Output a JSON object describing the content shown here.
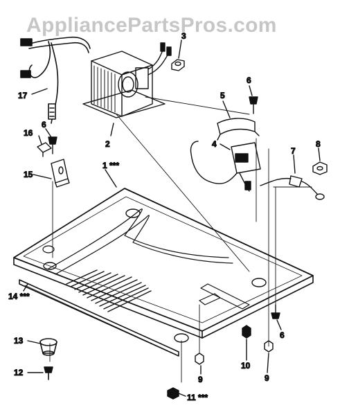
{
  "watermark": "AppliancePartsPros.com",
  "callouts": {
    "c1": "1 ***",
    "c2": "2",
    "c3": "3",
    "c4": "4",
    "c5": "5",
    "c6a": "6",
    "c6b": "6",
    "c6c": "6",
    "c7": "7",
    "c8": "8",
    "c9a": "9",
    "c9b": "9",
    "c10": "10",
    "c11": "11 ***",
    "c12": "12",
    "c13": "13",
    "c14": "14 ***",
    "c15": "15",
    "c16": "16",
    "c17": "17"
  }
}
